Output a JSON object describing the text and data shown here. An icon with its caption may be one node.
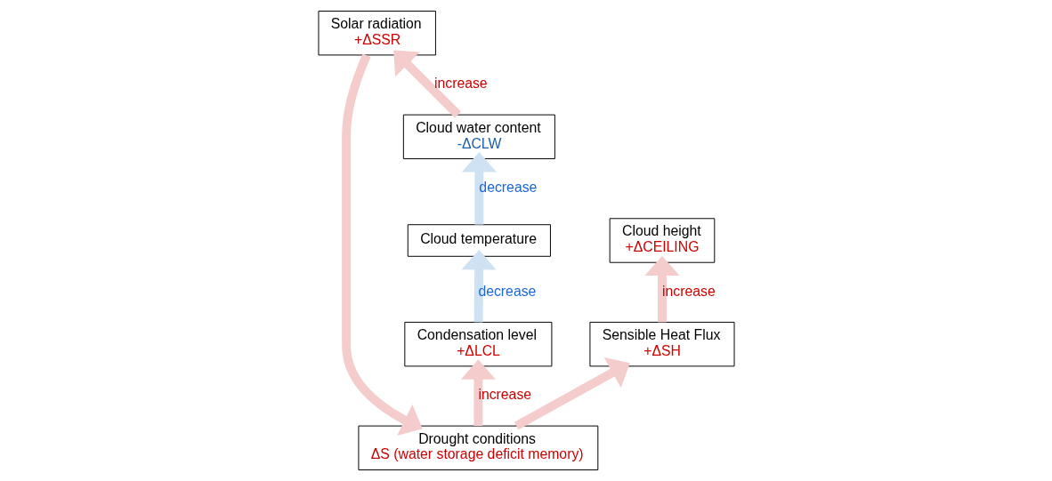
{
  "diagram": {
    "nodes": [
      {
        "text": [
          "Cloud height",
          "+ΔCEILING"
        ]
      },
      {
        "text": [
          "Condensation level",
          "+ΔLCL"
        ]
      },
      {
        "text": [
          "Cloud temperature"
        ]
      },
      {
        "text": [
          "Solar radiation",
          "+ΔSSR"
        ]
      },
      {
        "text": [
          "Sensible Heat Flux",
          "+ΔSH"
        ]
      },
      {
        "text": [
          "Cloud water content",
          "-ΔCLW"
        ]
      },
      {
        "text": [
          "Drought conditions",
          "ΔS (water storage deficit memory)"
        ]
      }
    ],
    "edges": [
      {
        "from": 6,
        "to": 4,
        "arrow": "to"
      },
      {
        "from": 4,
        "to": 0,
        "arrow": "to",
        "label": "increase"
      },
      {
        "from": 6,
        "to": 1,
        "arrow": "to",
        "label": "increase"
      },
      {
        "from": 1,
        "to": 2,
        "arrow": "to",
        "label": "decrease",
        "color": "#cfe2f3"
      },
      {
        "from": 2,
        "to": 5,
        "arrow": "to",
        "label": "decrease",
        "color": "#cfe2f3"
      },
      {
        "from": 5,
        "to": 3,
        "arrow": "to",
        "label": "increase"
      },
      {
        "from": 3,
        "to": 6,
        "arrow": "to"
      }
    ]
  }
}
